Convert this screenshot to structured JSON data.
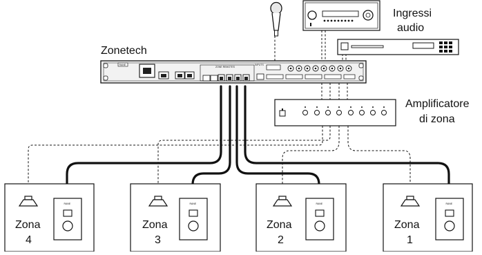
{
  "labels": {
    "zonetech": "Zonetech",
    "ingressi": "Ingressi",
    "audio": "audio",
    "amplificatore": "Amplificatore",
    "di_zona": "di zona"
  },
  "device": {
    "brand": "RANE",
    "remotes_label": "ZONE REMOTES",
    "inputs_label": "INPUTS"
  },
  "zones": [
    {
      "word": "Zona",
      "number": "4"
    },
    {
      "word": "Zona",
      "number": "3"
    },
    {
      "word": "Zona",
      "number": "2"
    },
    {
      "word": "Zona",
      "number": "1"
    }
  ],
  "remote_brand": "RANE",
  "colors": {
    "line": "#111111",
    "box_fill": "#ffffff",
    "device_fill": "#f2f2f2"
  }
}
